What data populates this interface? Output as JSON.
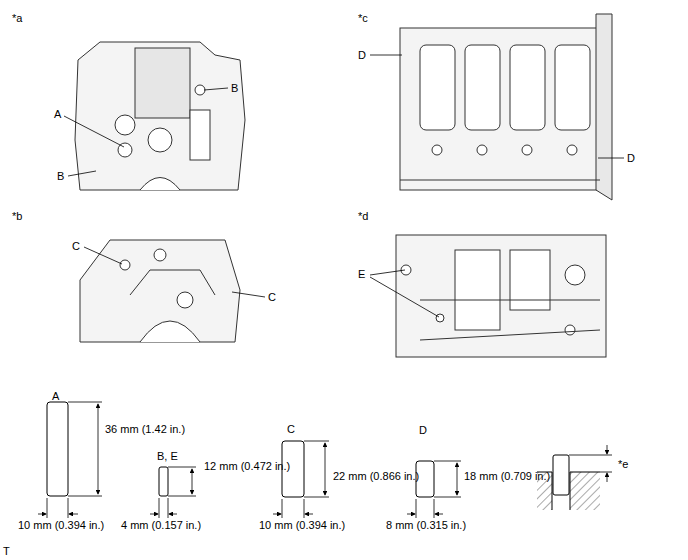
{
  "diagram": {
    "labels": [
      "*a",
      "*c",
      "D",
      "B",
      "A",
      "B",
      "D",
      "*b",
      "*d",
      "C",
      "C",
      "E",
      "A",
      "B, E",
      "C",
      "D",
      "36 mm (1.42 in.)",
      "10 mm (0.394 in.)",
      "12 mm (0.472 in.)",
      "4 mm (0.157 in.)",
      "22 mm (0.866 in.)",
      "10 mm (0.394 in.)",
      "18 mm (0.709 in.)",
      "8 mm (0.315 in.)",
      "*e",
      "T"
    ]
  }
}
